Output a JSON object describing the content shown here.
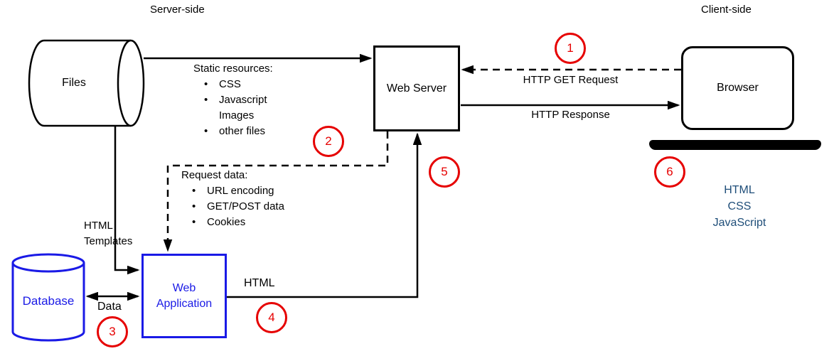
{
  "sections": {
    "server_side": "Server-side",
    "client_side": "Client-side"
  },
  "nodes": {
    "files": {
      "label": "Files"
    },
    "web_server": {
      "label": "Web Server"
    },
    "browser": {
      "label": "Browser"
    },
    "database": {
      "label": "Database"
    },
    "web_application": {
      "label": "Web\nApplication"
    }
  },
  "lists": {
    "static_resources": {
      "title": "Static resources:",
      "items": [
        {
          "bullet": "•",
          "text": "CSS"
        },
        {
          "bullet": "•",
          "text": "Javascript"
        },
        {
          "bullet": "",
          "text": "Images"
        },
        {
          "bullet": "•",
          "text": "other files"
        }
      ]
    },
    "request_data": {
      "title": "Request data:",
      "items": [
        {
          "bullet": "•",
          "text": "URL encoding"
        },
        {
          "bullet": "•",
          "text": "GET/POST data"
        },
        {
          "bullet": "•",
          "text": "Cookies"
        }
      ]
    }
  },
  "labels": {
    "http_get_request": "HTTP GET Request",
    "http_response": "HTTP Response",
    "html_templates": "HTML\nTemplates",
    "data": "Data",
    "html": "HTML",
    "browser_output": "HTML\nCSS\nJavaScript"
  },
  "badges": [
    "1",
    "2",
    "3",
    "4",
    "5",
    "6"
  ],
  "colors": {
    "node_blue": "#1a1ae6",
    "badge_red": "#e60000",
    "output_navy": "#1f4e79",
    "line_black": "#000000"
  }
}
